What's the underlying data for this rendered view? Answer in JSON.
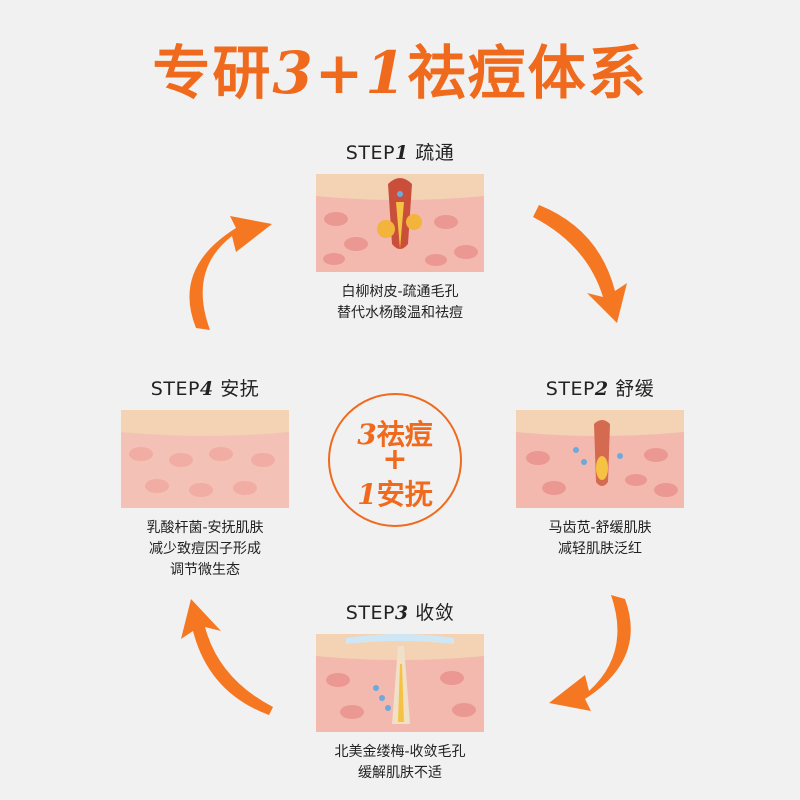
{
  "header": {
    "title_prefix": "专研",
    "title_num": "3+1",
    "title_suffix": "祛痘体系"
  },
  "colors": {
    "accent": "#f06a1e",
    "skin_pink": "#f4b9ae",
    "skin_top": "#f3d3b3"
  },
  "steps": [
    {
      "label": "STEP",
      "num": "1",
      "name": "疏通",
      "line1": "白柳树皮-疏通毛孔",
      "line2": "替代水杨酸温和祛痘"
    },
    {
      "label": "STEP",
      "num": "2",
      "name": "舒缓",
      "line1": "马齿苋-舒缓肌肤",
      "line2": "减轻肌肤泛红"
    },
    {
      "label": "STEP",
      "num": "3",
      "name": "收敛",
      "line1": "北美金缕梅-收敛毛孔",
      "line2": "缓解肌肤不适"
    },
    {
      "label": "STEP",
      "num": "4",
      "name": "安抚",
      "line1": "乳酸杆菌-安抚肌肤",
      "line2": "减少致痘因子形成",
      "line3": "调节微生态"
    }
  ],
  "center": {
    "line1_num": "3",
    "line1_text": "祛痘",
    "plus": "+",
    "line2_num": "1",
    "line2_text": "安抚"
  },
  "icons": [
    "curved-arrow-icon",
    "skin-cross-section-icon"
  ]
}
